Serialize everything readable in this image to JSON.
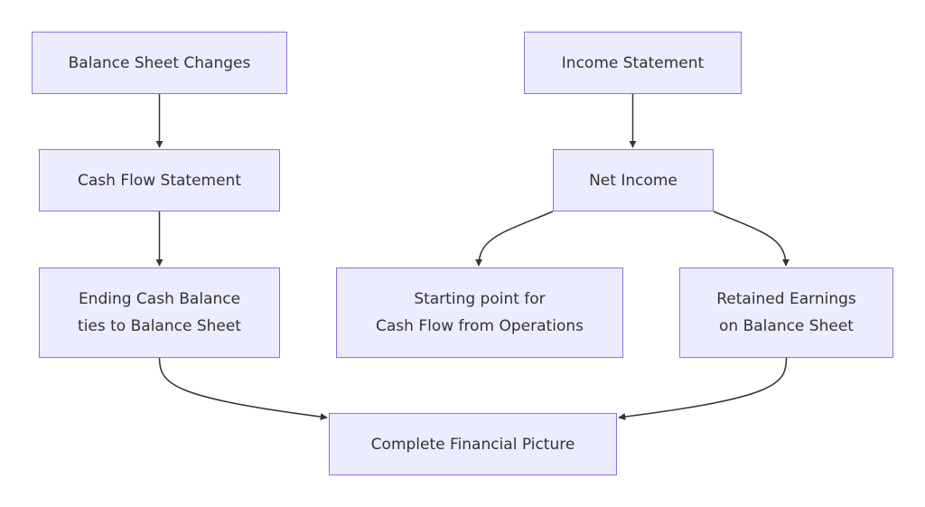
{
  "diagram": {
    "type": "flowchart",
    "colors": {
      "node_fill": "#ececff",
      "node_border": "#9370db",
      "text": "#333333",
      "edge": "#333333"
    },
    "nodes": {
      "balance_sheet_changes": {
        "lines": [
          "Balance Sheet Changes"
        ]
      },
      "income_statement": {
        "lines": [
          "Income Statement"
        ]
      },
      "cash_flow_statement": {
        "lines": [
          "Cash Flow Statement"
        ]
      },
      "net_income": {
        "lines": [
          "Net Income"
        ]
      },
      "ending_cash_balance": {
        "lines": [
          "Ending Cash Balance",
          "ties to Balance Sheet"
        ]
      },
      "starting_point": {
        "lines": [
          "Starting point for",
          "Cash Flow from Operations"
        ]
      },
      "retained_earnings": {
        "lines": [
          "Retained Earnings",
          "on Balance Sheet"
        ]
      },
      "complete_picture": {
        "lines": [
          "Complete Financial Picture"
        ]
      }
    },
    "edges": [
      {
        "from": "balance_sheet_changes",
        "to": "cash_flow_statement"
      },
      {
        "from": "cash_flow_statement",
        "to": "ending_cash_balance"
      },
      {
        "from": "income_statement",
        "to": "net_income"
      },
      {
        "from": "net_income",
        "to": "starting_point"
      },
      {
        "from": "net_income",
        "to": "retained_earnings"
      },
      {
        "from": "ending_cash_balance",
        "to": "complete_picture"
      },
      {
        "from": "retained_earnings",
        "to": "complete_picture"
      }
    ]
  }
}
